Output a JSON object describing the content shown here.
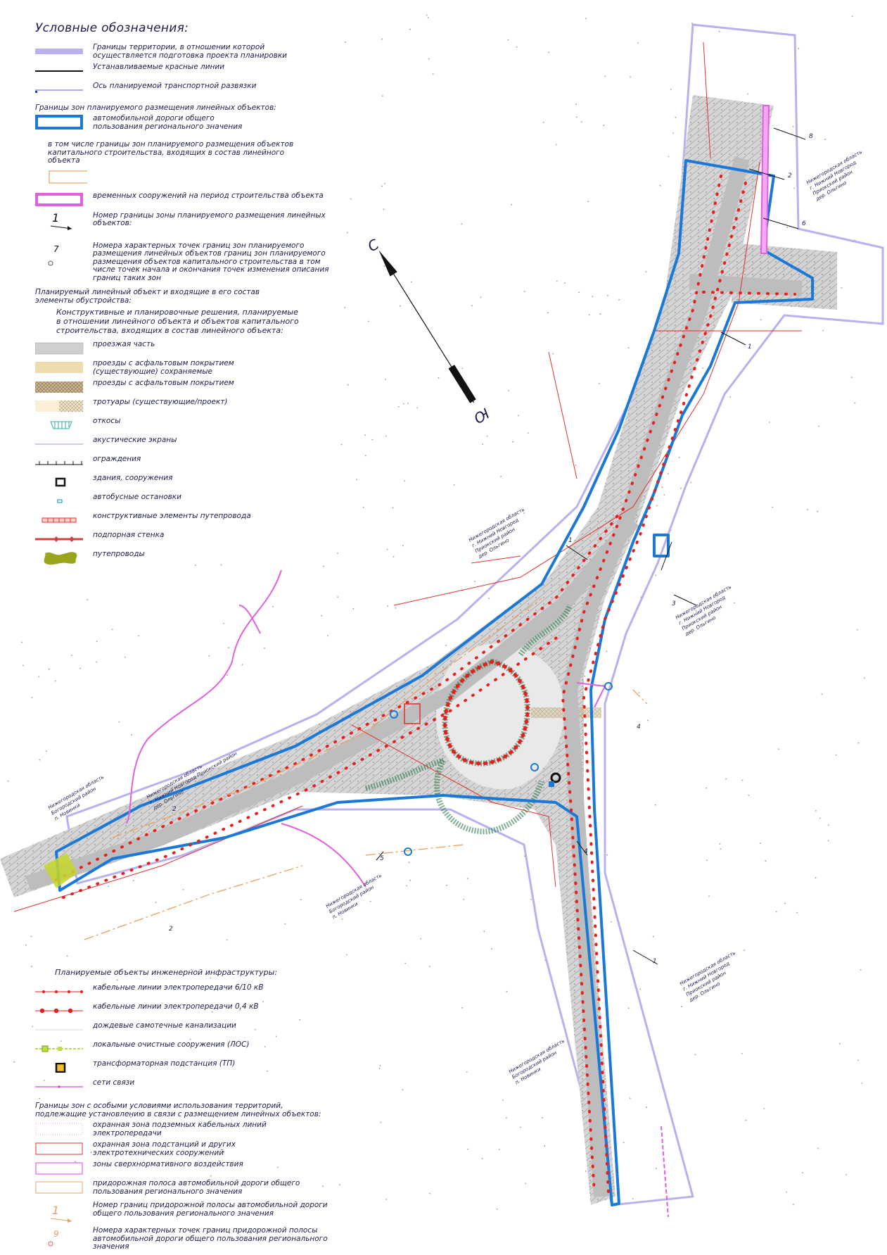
{
  "legend": {
    "title": "Условные обозначения:",
    "boundaries": [
      {
        "text": "Границы территории, в отношении которой\nосуществляется подготовка проекта планировки",
        "symbol": "lavender-band"
      },
      {
        "text": "Устанавливаемые красные линии",
        "symbol": "black-line"
      },
      {
        "text": "Ось планируемой транспортной развязки",
        "symbol": "thin-blue-line"
      }
    ],
    "zones_heading": "Границы зон планируемого размещения линейных объектов:",
    "zones": [
      {
        "text": "автомобильной дороги общего\nпользования регионального значения",
        "symbol": "blue-box"
      }
    ],
    "zones_note": "в том числе границы зон планируемого размещения объектов\nкапитального строительства, входящих в состав линейного\nобъекта",
    "zones_extra": [
      {
        "text": "",
        "symbol": "orange-box"
      },
      {
        "text": "временных сооружений на период строительства объекта",
        "symbol": "magenta-box"
      },
      {
        "text": "Номер границы зоны планируемого размещения линейных объектов:",
        "symbol": "number-arrow",
        "number": "1"
      },
      {
        "text": "Номера характерных точек границ зон планируемого\nразмещения линейных объектов границ зон планируемого\nразмещения объектов капитального строительства в том\nчисле точек начала и окончания точек изменения описания\nграниц таких зон",
        "symbol": "point-number",
        "number": "7"
      }
    ],
    "elements_heading": "Планируемый линейный объект и входящие в его состав\nэлементы обустройства:",
    "elements_subheading": "Конструктивные и планировочные решения, планируемые\nв отношении линейного объекта и объектов капитального\nстроительства, входящих в состав линейного объекта:",
    "elements": [
      {
        "text": "проезжая часть",
        "symbol": "gray-fill"
      },
      {
        "text": "проезды с асфальтовым покрытием\n(существующие) сохраняемые",
        "symbol": "beige-fill"
      },
      {
        "text": "проезды с асфальтовым покрытием",
        "symbol": "hatch-fill"
      },
      {
        "text": "тротуары (существующие/проект)",
        "symbol": "sidewalk-fill"
      },
      {
        "text": "откосы",
        "symbol": "slope-icon"
      },
      {
        "text": "акустические экраны",
        "symbol": "acoustic-line"
      },
      {
        "text": "ограждения",
        "symbol": "fence-line"
      },
      {
        "text": "здания, сооружения",
        "symbol": "building-square"
      },
      {
        "text": "автобусные остановки",
        "symbol": "bus-stop"
      },
      {
        "text": "конструктивные элементы путепровода",
        "symbol": "overpass-elements"
      },
      {
        "text": "подпорная стенка",
        "symbol": "retaining-wall"
      },
      {
        "text": "путепроводы",
        "symbol": "overpass-shape"
      }
    ]
  },
  "legend_bottom": {
    "infra_heading": "Планируемые объекты инженерной инфраструктуры:",
    "infra": [
      {
        "text": "кабельные линии электропередачи 6/10 кВ",
        "symbol": "red-dotted-thin"
      },
      {
        "text": "кабельные линии электропередачи 0,4 кВ",
        "symbol": "red-dotted-thick"
      },
      {
        "text": "дождевые самотечные канализации",
        "symbol": "rain-sewer"
      },
      {
        "text": "локальные очистные сооружения (ЛОС)",
        "symbol": "los"
      },
      {
        "text": "трансформаторная подстанция (ТП)",
        "symbol": "tp-square"
      },
      {
        "text": "сети связи",
        "symbol": "comm-line"
      }
    ],
    "zones_heading": "Границы зон с особыми условиями использования территорий,\nподлежащие установлению в связи с размещением линейных объектов:",
    "zones": [
      {
        "text": "охранная зона подземных кабельных линий\nэлектропередачи",
        "symbol": "pink-dotted-box"
      },
      {
        "text": "охранная зона подстанций и других\nэлектротехнических сооружений",
        "symbol": "red-box"
      },
      {
        "text": "зоны сверхнормативного воздействия",
        "symbol": "magenta-thin-box"
      },
      {
        "text": "придорожная полоса автомобильной дороги общего\nпользования регионального значения",
        "symbol": "orange-thin-box"
      },
      {
        "text": "Номер границ придорожной полосы автомобильной дороги\nобщего пользования регионального значения",
        "symbol": "orange-number-arrow",
        "number": "1"
      },
      {
        "text": "Номера характерных точек границ придорожной полосы\nавтомобильной дороги общего пользования регионального\nзначения",
        "symbol": "orange-point-number",
        "number": "9"
      }
    ]
  },
  "compass": {
    "north": "С",
    "south": "Ю"
  },
  "map_labels": [
    {
      "id": "label-ne",
      "lines": [
        "Нижегородская область",
        "г. Нижний Новгород",
        "Приокский район",
        "дер. Ольгино"
      ]
    },
    {
      "id": "label-center",
      "lines": [
        "Нижегородская область",
        "г. Нижний Новгород",
        "Приокский район",
        "дер. Ольгино"
      ]
    },
    {
      "id": "label-east",
      "lines": [
        "Нижегородская область",
        "г. Нижний Новгород",
        "Приокский район",
        "дер. Ольгино"
      ]
    },
    {
      "id": "label-west-1",
      "lines": [
        "Нижегородская область",
        "Богородский район",
        "п. Новинки"
      ]
    },
    {
      "id": "label-west-2",
      "lines": [
        "Нижегородская область",
        "г. Нижний Новгород Приокский район",
        "дер. Ольгино"
      ]
    },
    {
      "id": "label-south-1",
      "lines": [
        "Нижегородская область",
        "Богородский район",
        "п. Новинки"
      ]
    },
    {
      "id": "label-south-2",
      "lines": [
        "Нижегородская область",
        "Богородский район",
        "п. Новинки"
      ]
    },
    {
      "id": "label-se",
      "lines": [
        "Нижегородская область",
        "г. Нижний Новгород",
        "Приокский район",
        "дер. Ольгино"
      ]
    }
  ],
  "boundary_numbers": [
    "1",
    "2",
    "3",
    "4",
    "5",
    "6",
    "8"
  ],
  "colors": {
    "territory": "#b9b0ee",
    "zone": "#1a78d6",
    "red_line": "#e03030",
    "cable": "#e81e1e",
    "magenta": "#e060e0",
    "orange": "#e8a060",
    "road": "#cfcfcf",
    "slope": "#2a7a4a",
    "overpass": "#b5c42a"
  }
}
